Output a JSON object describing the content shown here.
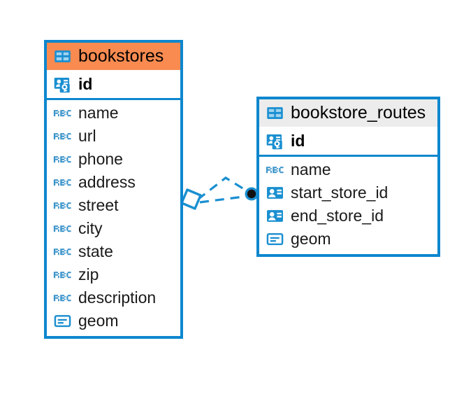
{
  "diagram": {
    "type": "entity-relationship-diagram",
    "background": "#ffffff",
    "accent_blue": "#0d87ce",
    "accent_orange": "#f98b50",
    "accent_gray": "#ececec",
    "icon_blue": "#1a8fd1"
  },
  "entities": [
    {
      "id": "bookstores",
      "name": "bookstores",
      "header_color": "#f98b50",
      "header_icon": "table-icon",
      "primary_key": {
        "name": "id",
        "icon": "primary-key-icon"
      },
      "fields": [
        {
          "name": "name",
          "icon": "text-abc-icon"
        },
        {
          "name": "url",
          "icon": "text-abc-icon"
        },
        {
          "name": "phone",
          "icon": "text-abc-icon"
        },
        {
          "name": "address",
          "icon": "text-abc-icon"
        },
        {
          "name": "street",
          "icon": "text-abc-icon"
        },
        {
          "name": "city",
          "icon": "text-abc-icon"
        },
        {
          "name": "state",
          "icon": "text-abc-icon"
        },
        {
          "name": "zip",
          "icon": "text-abc-icon"
        },
        {
          "name": "description",
          "icon": "text-abc-icon"
        },
        {
          "name": "geom",
          "icon": "geometry-icon"
        }
      ]
    },
    {
      "id": "bookstore_routes",
      "name": "bookstore_routes",
      "header_color": "#ececec",
      "header_icon": "table-icon",
      "primary_key": {
        "name": "id",
        "icon": "primary-key-icon"
      },
      "fields": [
        {
          "name": "name",
          "icon": "text-abc-icon"
        },
        {
          "name": "start_store_id",
          "icon": "foreign-key-icon"
        },
        {
          "name": "end_store_id",
          "icon": "foreign-key-icon"
        },
        {
          "name": "geom",
          "icon": "geometry-icon"
        }
      ]
    }
  ],
  "relationship": {
    "style": "dashed",
    "color": "#1a8fd1",
    "source_marker": "diamond",
    "target_marker": "filled-circle",
    "source_entity": "bookstores",
    "target_entity": "bookstore_routes",
    "cardinality_lines": 2
  }
}
